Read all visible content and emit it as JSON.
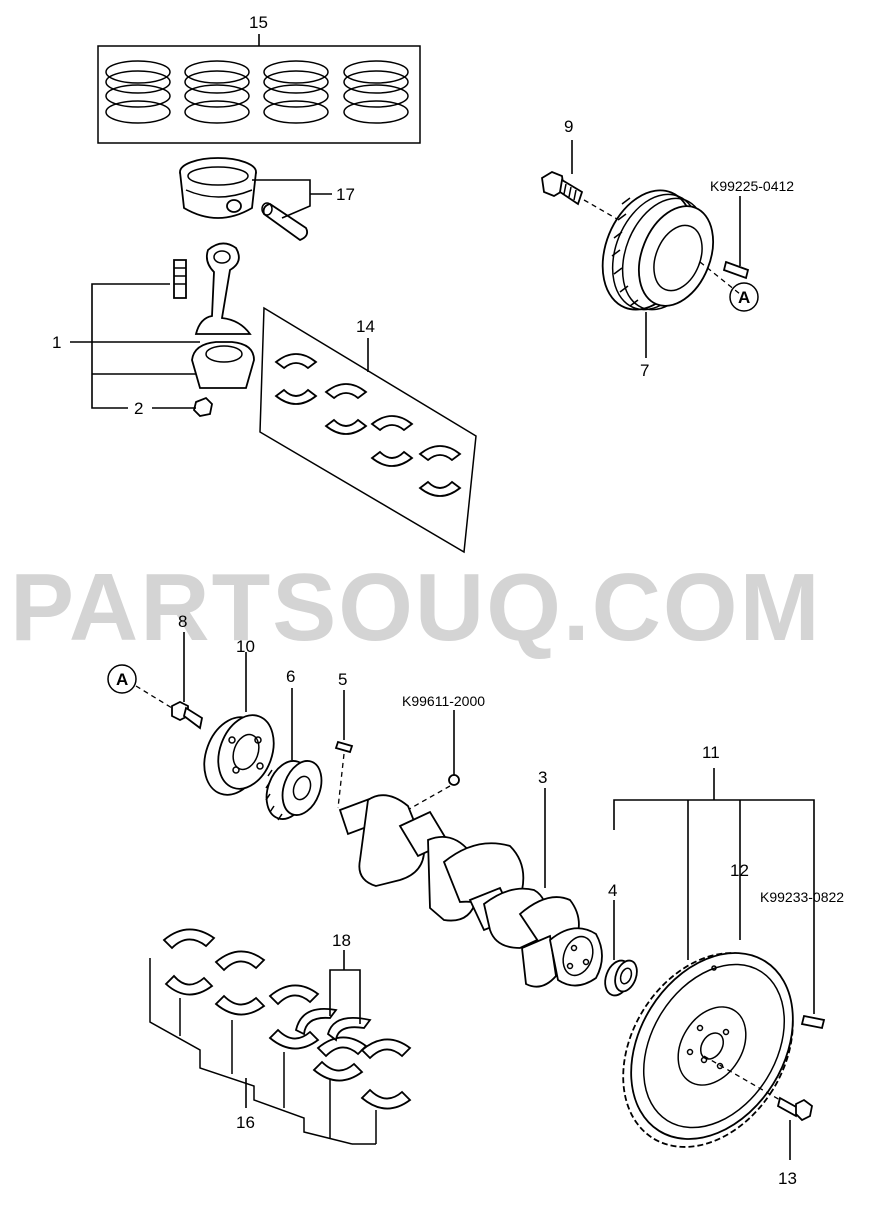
{
  "watermark": "PARTSOUQ.COM",
  "callouts": {
    "c1": "1",
    "c2": "2",
    "c3": "3",
    "c4": "4",
    "c5": "5",
    "c6": "6",
    "c7": "7",
    "c8": "8",
    "c9": "9",
    "c10": "10",
    "c11": "11",
    "c12": "12",
    "c13": "13",
    "c14": "14",
    "c15": "15",
    "c16": "16",
    "c17": "17",
    "c18": "18"
  },
  "part_numbers": {
    "pn_top": "K99225-0412",
    "pn_mid": "K99611-2000",
    "pn_right": "K99233-0822"
  },
  "ref_marks": {
    "top": "A",
    "left": "A"
  }
}
